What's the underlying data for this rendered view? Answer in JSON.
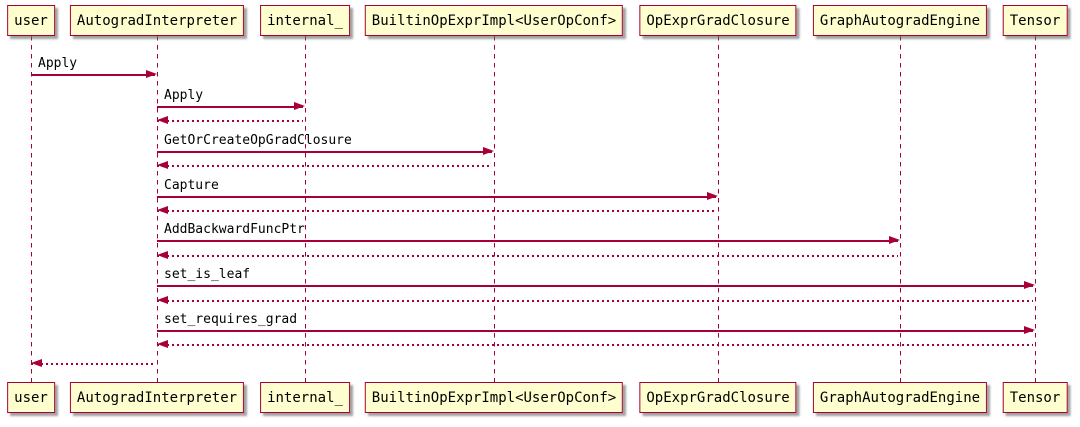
{
  "diagram": {
    "type": "uml-sequence-diagram",
    "colors": {
      "background": "#FFFFFF",
      "participant_fill": "#FEFECE",
      "border": "#A80036",
      "arrow": "#A80036",
      "text": "#000000"
    },
    "participants": [
      {
        "name": "user"
      },
      {
        "name": "AutogradInterpreter"
      },
      {
        "name": "internal_"
      },
      {
        "name": "BuiltinOpExprImpl<UserOpConf>"
      },
      {
        "name": "OpExprGradClosure"
      },
      {
        "name": "GraphAutogradEngine"
      },
      {
        "name": "Tensor"
      }
    ],
    "messages": [
      {
        "from": "user",
        "to": "AutogradInterpreter",
        "label": "Apply",
        "kind": "call"
      },
      {
        "from": "AutogradInterpreter",
        "to": "internal_",
        "label": "Apply",
        "kind": "call"
      },
      {
        "from": "internal_",
        "to": "AutogradInterpreter",
        "label": "",
        "kind": "return"
      },
      {
        "from": "AutogradInterpreter",
        "to": "BuiltinOpExprImpl<UserOpConf>",
        "label": "GetOrCreateOpGradClosure",
        "kind": "call"
      },
      {
        "from": "BuiltinOpExprImpl<UserOpConf>",
        "to": "AutogradInterpreter",
        "label": "",
        "kind": "return"
      },
      {
        "from": "AutogradInterpreter",
        "to": "OpExprGradClosure",
        "label": "Capture",
        "kind": "call"
      },
      {
        "from": "OpExprGradClosure",
        "to": "AutogradInterpreter",
        "label": "",
        "kind": "return"
      },
      {
        "from": "AutogradInterpreter",
        "to": "GraphAutogradEngine",
        "label": "AddBackwardFuncPtr",
        "kind": "call"
      },
      {
        "from": "GraphAutogradEngine",
        "to": "AutogradInterpreter",
        "label": "",
        "kind": "return"
      },
      {
        "from": "AutogradInterpreter",
        "to": "Tensor",
        "label": "set_is_leaf",
        "kind": "call"
      },
      {
        "from": "Tensor",
        "to": "AutogradInterpreter",
        "label": "",
        "kind": "return"
      },
      {
        "from": "AutogradInterpreter",
        "to": "Tensor",
        "label": "set_requires_grad",
        "kind": "call"
      },
      {
        "from": "Tensor",
        "to": "AutogradInterpreter",
        "label": "",
        "kind": "return"
      },
      {
        "from": "AutogradInterpreter",
        "to": "user",
        "label": "",
        "kind": "return"
      }
    ]
  }
}
